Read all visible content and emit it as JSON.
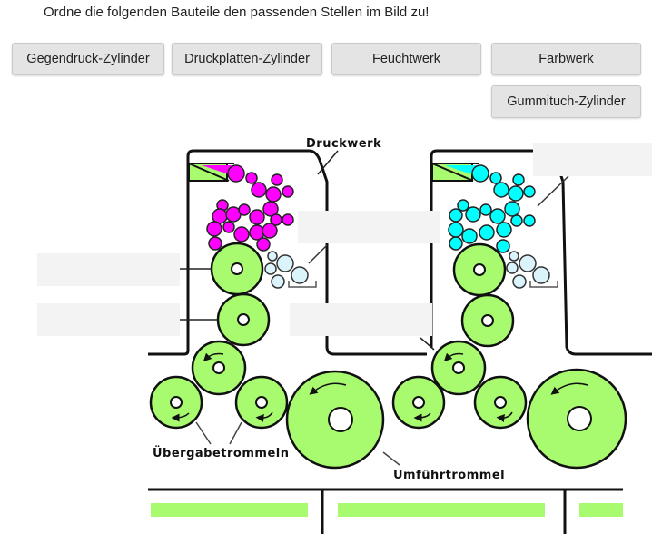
{
  "instruction": "Ordne die folgenden Bauteile den passenden Stellen im Bild zu!",
  "chips": [
    {
      "label": "Gegendruck-Zylinder"
    },
    {
      "label": "Druckplatten-Zylinder"
    },
    {
      "label": "Feuchtwerk"
    },
    {
      "label": "Farbwerk"
    },
    {
      "label": "Gummituch-Zylinder"
    }
  ],
  "diagram": {
    "labels": {
      "druckwerk": "Druckwerk",
      "uebergabetrommeln": "Übergabetrommeln",
      "umfuehrtrommel": "Umführtrommel"
    },
    "colors": {
      "cylinder": "#a8fb6f",
      "ink_magenta": "#ff00ff",
      "ink_cyan": "#00ffff",
      "dampening": "#dbf3fb",
      "dropzone": "#f3f3f3"
    }
  },
  "dropzones": [
    {
      "id": "zone-1",
      "value": ""
    },
    {
      "id": "zone-2",
      "value": ""
    },
    {
      "id": "zone-3",
      "value": ""
    },
    {
      "id": "zone-4",
      "value": ""
    },
    {
      "id": "zone-5",
      "value": ""
    }
  ]
}
